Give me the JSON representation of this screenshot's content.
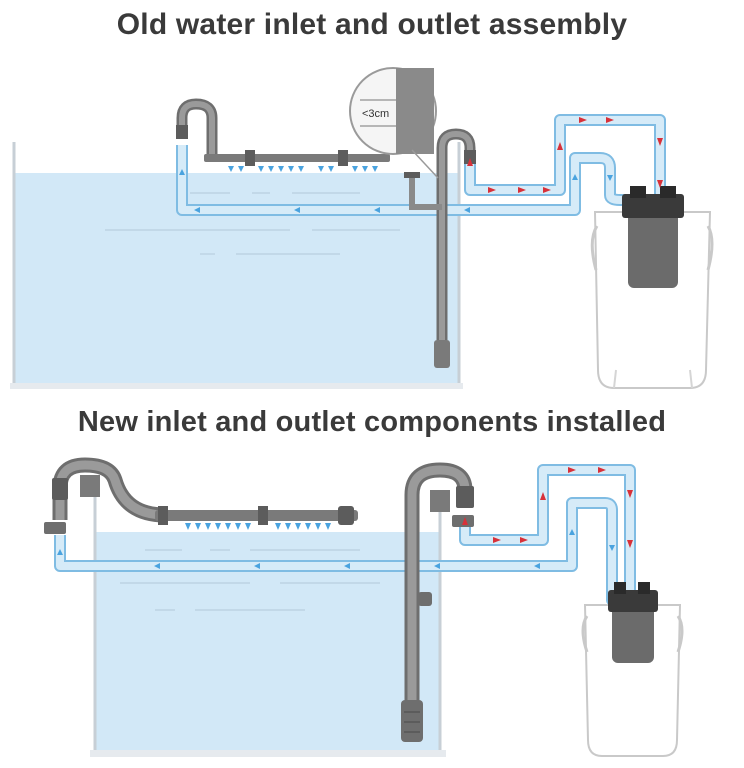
{
  "titles": {
    "old_assembly": "Old water inlet and outlet assembly",
    "new_assembly": "New inlet and outlet components installed"
  },
  "callout": {
    "gap_label": "<3cm"
  },
  "colors": {
    "tube_light": "#d6ebf8",
    "tube_edge": "#7fbce3",
    "water": "#d2e8f7",
    "pipe_gray": "#8a8a8a",
    "pipe_dark": "#5c5c5c",
    "flow_arrow_out": "#d8313a",
    "flow_arrow_in": "#4aa3df",
    "heading_text": "#3a3a3a"
  }
}
